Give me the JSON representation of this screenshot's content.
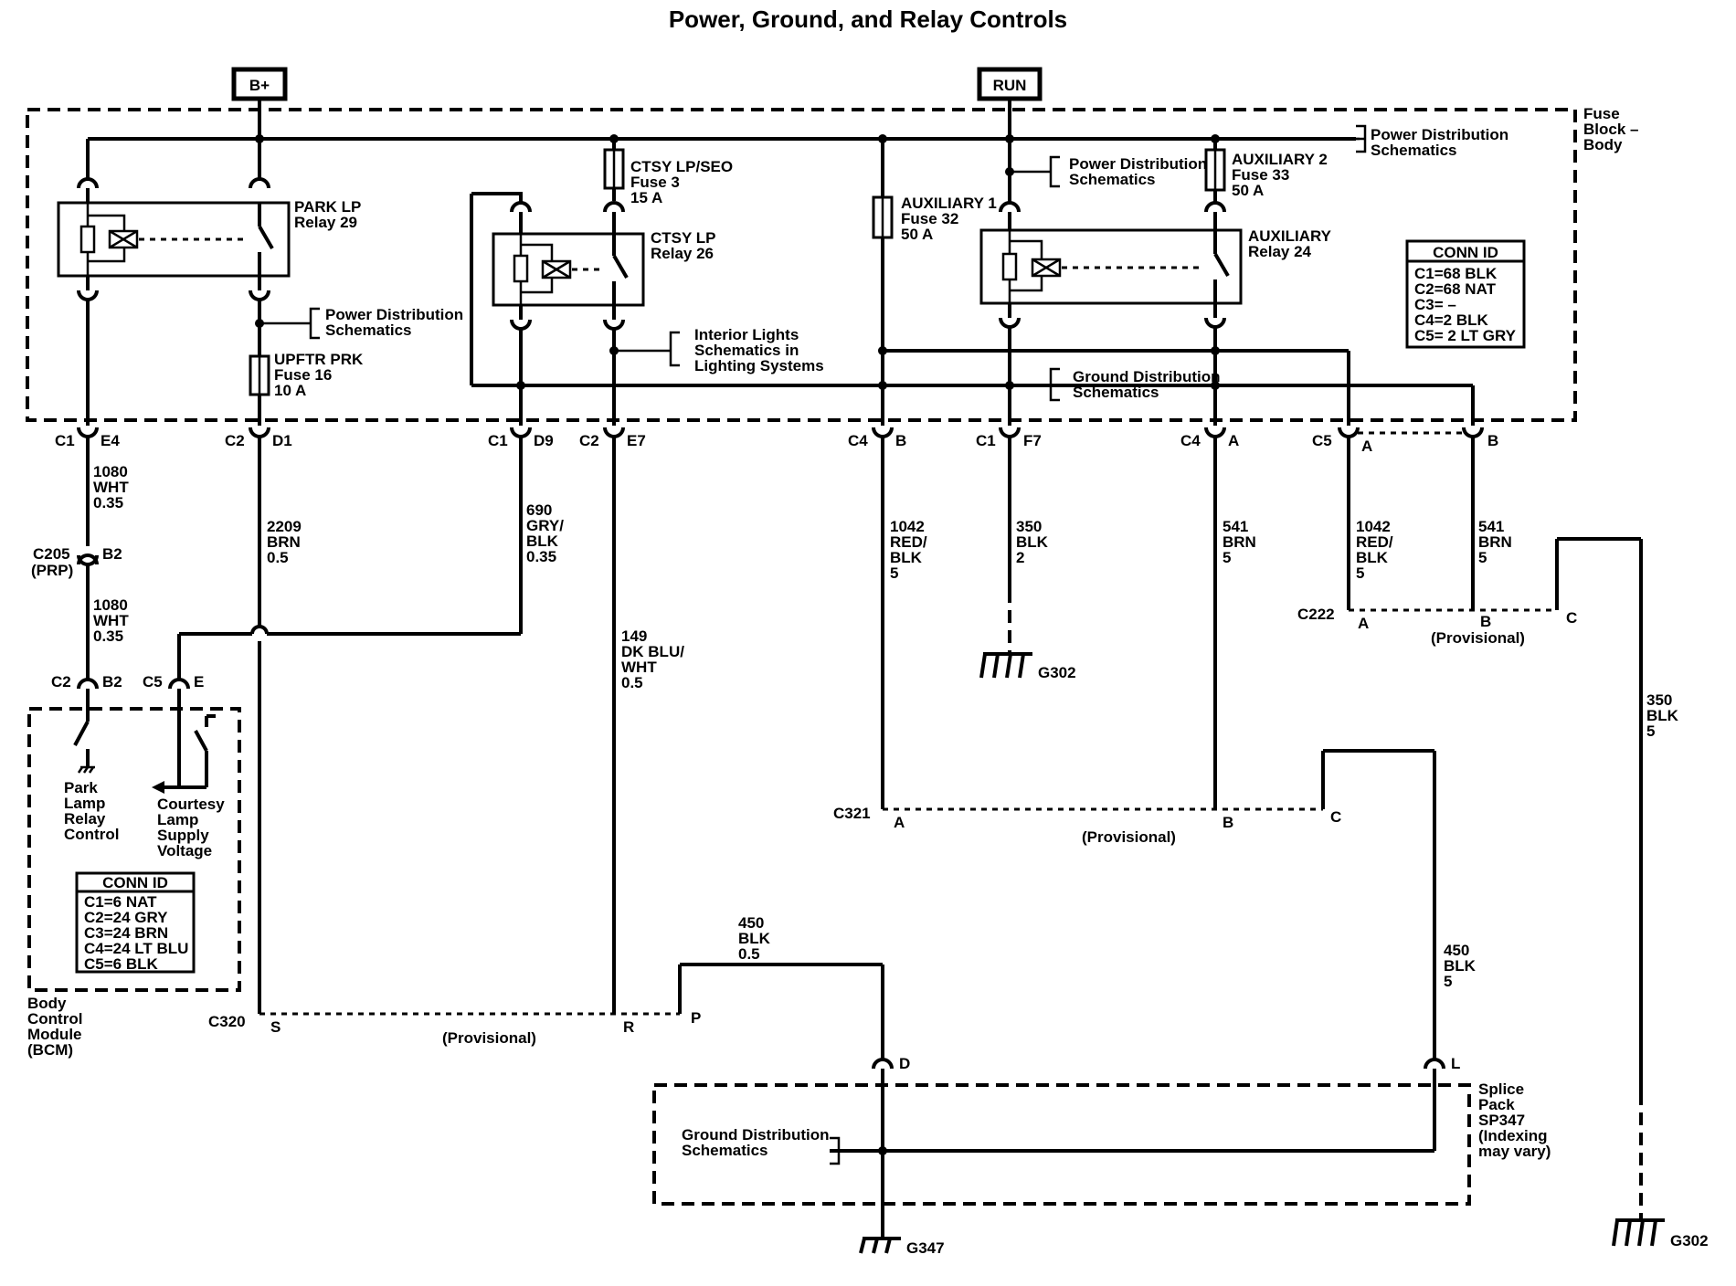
{
  "title": "Power, Ground, and Relay Controls",
  "sources": {
    "bplus": "B+",
    "run": "RUN"
  },
  "fuse_block": {
    "name_1": "Fuse",
    "name_2": "Block –",
    "name_3": "Body",
    "conn_title": "CONN ID",
    "conn": [
      "C1=68 BLK",
      "C2=68 NAT",
      "C3= –",
      "C4=2 BLK",
      "C5= 2 LT GRY"
    ]
  },
  "bcm": {
    "name": [
      "Body",
      "Control",
      "Module",
      "(BCM)"
    ],
    "conn_title": "CONN ID",
    "conn": [
      "C1=6 NAT",
      "C2=24 GRY",
      "C3=24 BRN",
      "C4=24 LT BLU",
      "C5=6 BLK"
    ],
    "park_label": [
      "Park",
      "Lamp",
      "Relay",
      "Control"
    ],
    "courtesy_label": [
      "Courtesy",
      "Lamp",
      "Supply",
      "Voltage"
    ]
  },
  "relays": {
    "park": [
      "PARK LP",
      "Relay 29"
    ],
    "ctsy": [
      "CTSY LP",
      "Relay 26"
    ],
    "aux": [
      "AUXILIARY",
      "Relay 24"
    ]
  },
  "fuses": {
    "ctsy": [
      "CTSY LP/SEO",
      "Fuse 3",
      "15 A"
    ],
    "aux1": [
      "AUXILIARY 1",
      "Fuse 32",
      "50 A"
    ],
    "aux2": [
      "AUXILIARY 2",
      "Fuse 33",
      "50 A"
    ],
    "upftr": [
      "UPFTR PRK",
      "Fuse 16",
      "10 A"
    ]
  },
  "refs": {
    "pds1": [
      "Power Distribution",
      "Schematics"
    ],
    "pds2": [
      "Power Distribution",
      "Schematics"
    ],
    "pds3": [
      "Power Distribution",
      "Schematics"
    ],
    "interior": [
      "Interior Lights",
      "Schematics in",
      "Lighting Systems"
    ],
    "gds1": [
      "Ground Distribution",
      "Schematics"
    ],
    "gds2": [
      "Ground Distribution",
      "Schematics"
    ]
  },
  "pins": {
    "c1e4": [
      "C1",
      "E4"
    ],
    "c2d1": [
      "C2",
      "D1"
    ],
    "c1d9": [
      "C1",
      "D9"
    ],
    "c2e7": [
      "C2",
      "E7"
    ],
    "c4b": [
      "C4",
      "B"
    ],
    "c1f7": [
      "C1",
      "F7"
    ],
    "c4a": [
      "C4",
      "A"
    ],
    "c5a": [
      "C5",
      "A"
    ],
    "c5b": "B",
    "c205": [
      "C205",
      "(PRP)"
    ],
    "c205pin": "B2",
    "bcm_c2": [
      "C2",
      "B2"
    ],
    "bcm_c5": [
      "C5",
      "E"
    ]
  },
  "wires": {
    "w1080a": [
      "1080",
      "WHT",
      "0.35"
    ],
    "w1080b": [
      "1080",
      "WHT",
      "0.35"
    ],
    "w2209": [
      "2209",
      "BRN",
      "0.5"
    ],
    "w690": [
      "690",
      "GRY/",
      "BLK",
      "0.35"
    ],
    "w149": [
      "149",
      "DK BLU/",
      "WHT",
      "0.5"
    ],
    "w1042a": [
      "1042",
      "RED/",
      "BLK",
      "5"
    ],
    "w350a": [
      "350",
      "BLK",
      "2"
    ],
    "w541a": [
      "541",
      "BRN",
      "5"
    ],
    "w1042b": [
      "1042",
      "RED/",
      "BLK",
      "5"
    ],
    "w541b": [
      "541",
      "BRN",
      "5"
    ],
    "w350b": [
      "350",
      "BLK",
      "5"
    ],
    "w450a": [
      "450",
      "BLK",
      "0.5"
    ],
    "w450b": [
      "450",
      "BLK",
      "5"
    ]
  },
  "connectors": {
    "c222": "C222",
    "c222_pins": [
      "A",
      "B",
      "C"
    ],
    "c222_note": "(Provisional)",
    "c321": "C321",
    "c321_pins": [
      "A",
      "B",
      "C"
    ],
    "c321_note": "(Provisional)",
    "c320": "C320",
    "c320_pins": [
      "S",
      "R",
      "P"
    ],
    "c320_note": "(Provisional)"
  },
  "splice": {
    "name": [
      "Splice",
      "Pack",
      "SP347",
      "(Indexing",
      "may vary)"
    ],
    "pin_d": "D",
    "pin_l": "L"
  },
  "grounds": {
    "g302a": "G302",
    "g302b": "G302",
    "g347": "G347"
  }
}
